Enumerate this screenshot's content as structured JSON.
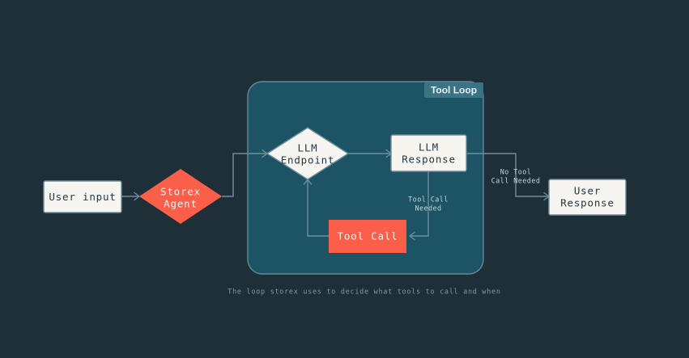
{
  "diagram": {
    "title": "Tool Loop",
    "caption": "The loop storex uses to decide what tools to call and when",
    "colors": {
      "background": "#1e2f38",
      "group_background": "#1d5465",
      "group_border": "#5f8b99",
      "group_badge": "#3b7385",
      "node_fill": "#f7f5f0",
      "node_border": "#6d8e9b",
      "accent": "#fb5f4a",
      "line": "#6d8e9b",
      "label_text": "#c3d4da",
      "caption_text": "#7d9aa4"
    },
    "nodes": [
      {
        "id": "user-input",
        "label": "User input",
        "shape": "rect",
        "style": "light"
      },
      {
        "id": "storex-agent",
        "label": "Storex\nAgent",
        "shape": "diamond",
        "style": "accent"
      },
      {
        "id": "llm-endpoint",
        "label": "LLM\nEndpoint",
        "shape": "diamond",
        "style": "light"
      },
      {
        "id": "llm-response",
        "label": "LLM\nResponse",
        "shape": "rect",
        "style": "light"
      },
      {
        "id": "tool-call",
        "label": "Tool Call",
        "shape": "rect",
        "style": "accent"
      },
      {
        "id": "user-response",
        "label": "User\nResponse",
        "shape": "rect",
        "style": "light"
      }
    ],
    "node_labels": {
      "user_input": "User input",
      "storex_agent_line1": "Storex",
      "storex_agent_line2": "Agent",
      "llm_endpoint_line1": "LLM",
      "llm_endpoint_line2": "Endpoint",
      "llm_response_line1": "LLM",
      "llm_response_line2": "Response",
      "tool_call": "Tool Call",
      "user_response_line1": "User",
      "user_response_line2": "Response"
    },
    "edge_labels": {
      "tool_call_needed_line1": "Tool Call",
      "tool_call_needed_line2": "Needed",
      "no_tool_call_needed_line1": "No Tool",
      "no_tool_call_needed_line2": "Call Needed"
    },
    "edges": [
      {
        "from": "user-input",
        "to": "storex-agent",
        "label": ""
      },
      {
        "from": "storex-agent",
        "to": "llm-endpoint",
        "label": ""
      },
      {
        "from": "llm-endpoint",
        "to": "llm-response",
        "label": ""
      },
      {
        "from": "llm-response",
        "to": "tool-call",
        "label": "Tool Call Needed"
      },
      {
        "from": "tool-call",
        "to": "llm-endpoint",
        "label": ""
      },
      {
        "from": "llm-response",
        "to": "user-response",
        "label": "No Tool Call Needed"
      }
    ]
  }
}
